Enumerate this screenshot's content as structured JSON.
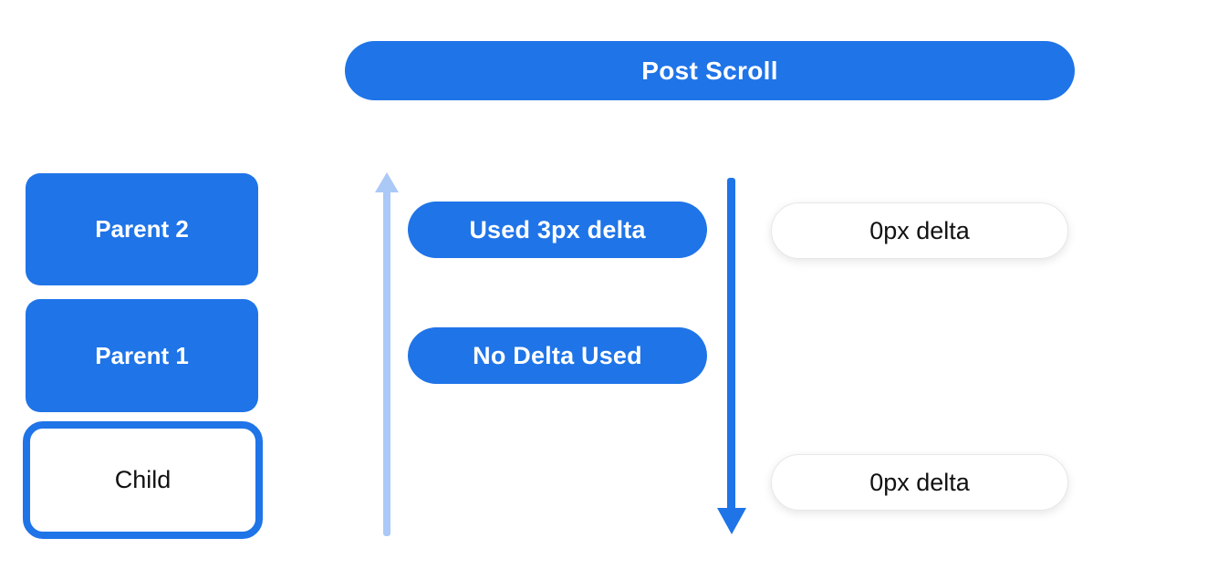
{
  "colors": {
    "primary_blue": "#1f74e8",
    "light_blue": "#abc9f7",
    "pill_white": "#ffffff",
    "text_dark": "#111111",
    "text_light": "#ffffff"
  },
  "header": {
    "label": "Post Scroll"
  },
  "left_column": {
    "boxes": [
      {
        "label": "Parent 2",
        "style": "filled"
      },
      {
        "label": "Parent 1",
        "style": "filled"
      },
      {
        "label": "Child",
        "style": "outlined"
      }
    ]
  },
  "middle_column": {
    "icons": {
      "up_arrow": "up-arrow-icon",
      "down_arrow": "down-arrow-icon"
    },
    "pills": [
      {
        "label": "Used 3px delta"
      },
      {
        "label": "No Delta Used"
      }
    ]
  },
  "right_column": {
    "pills": [
      {
        "label": "0px delta"
      },
      {
        "label": "0px delta"
      }
    ]
  }
}
